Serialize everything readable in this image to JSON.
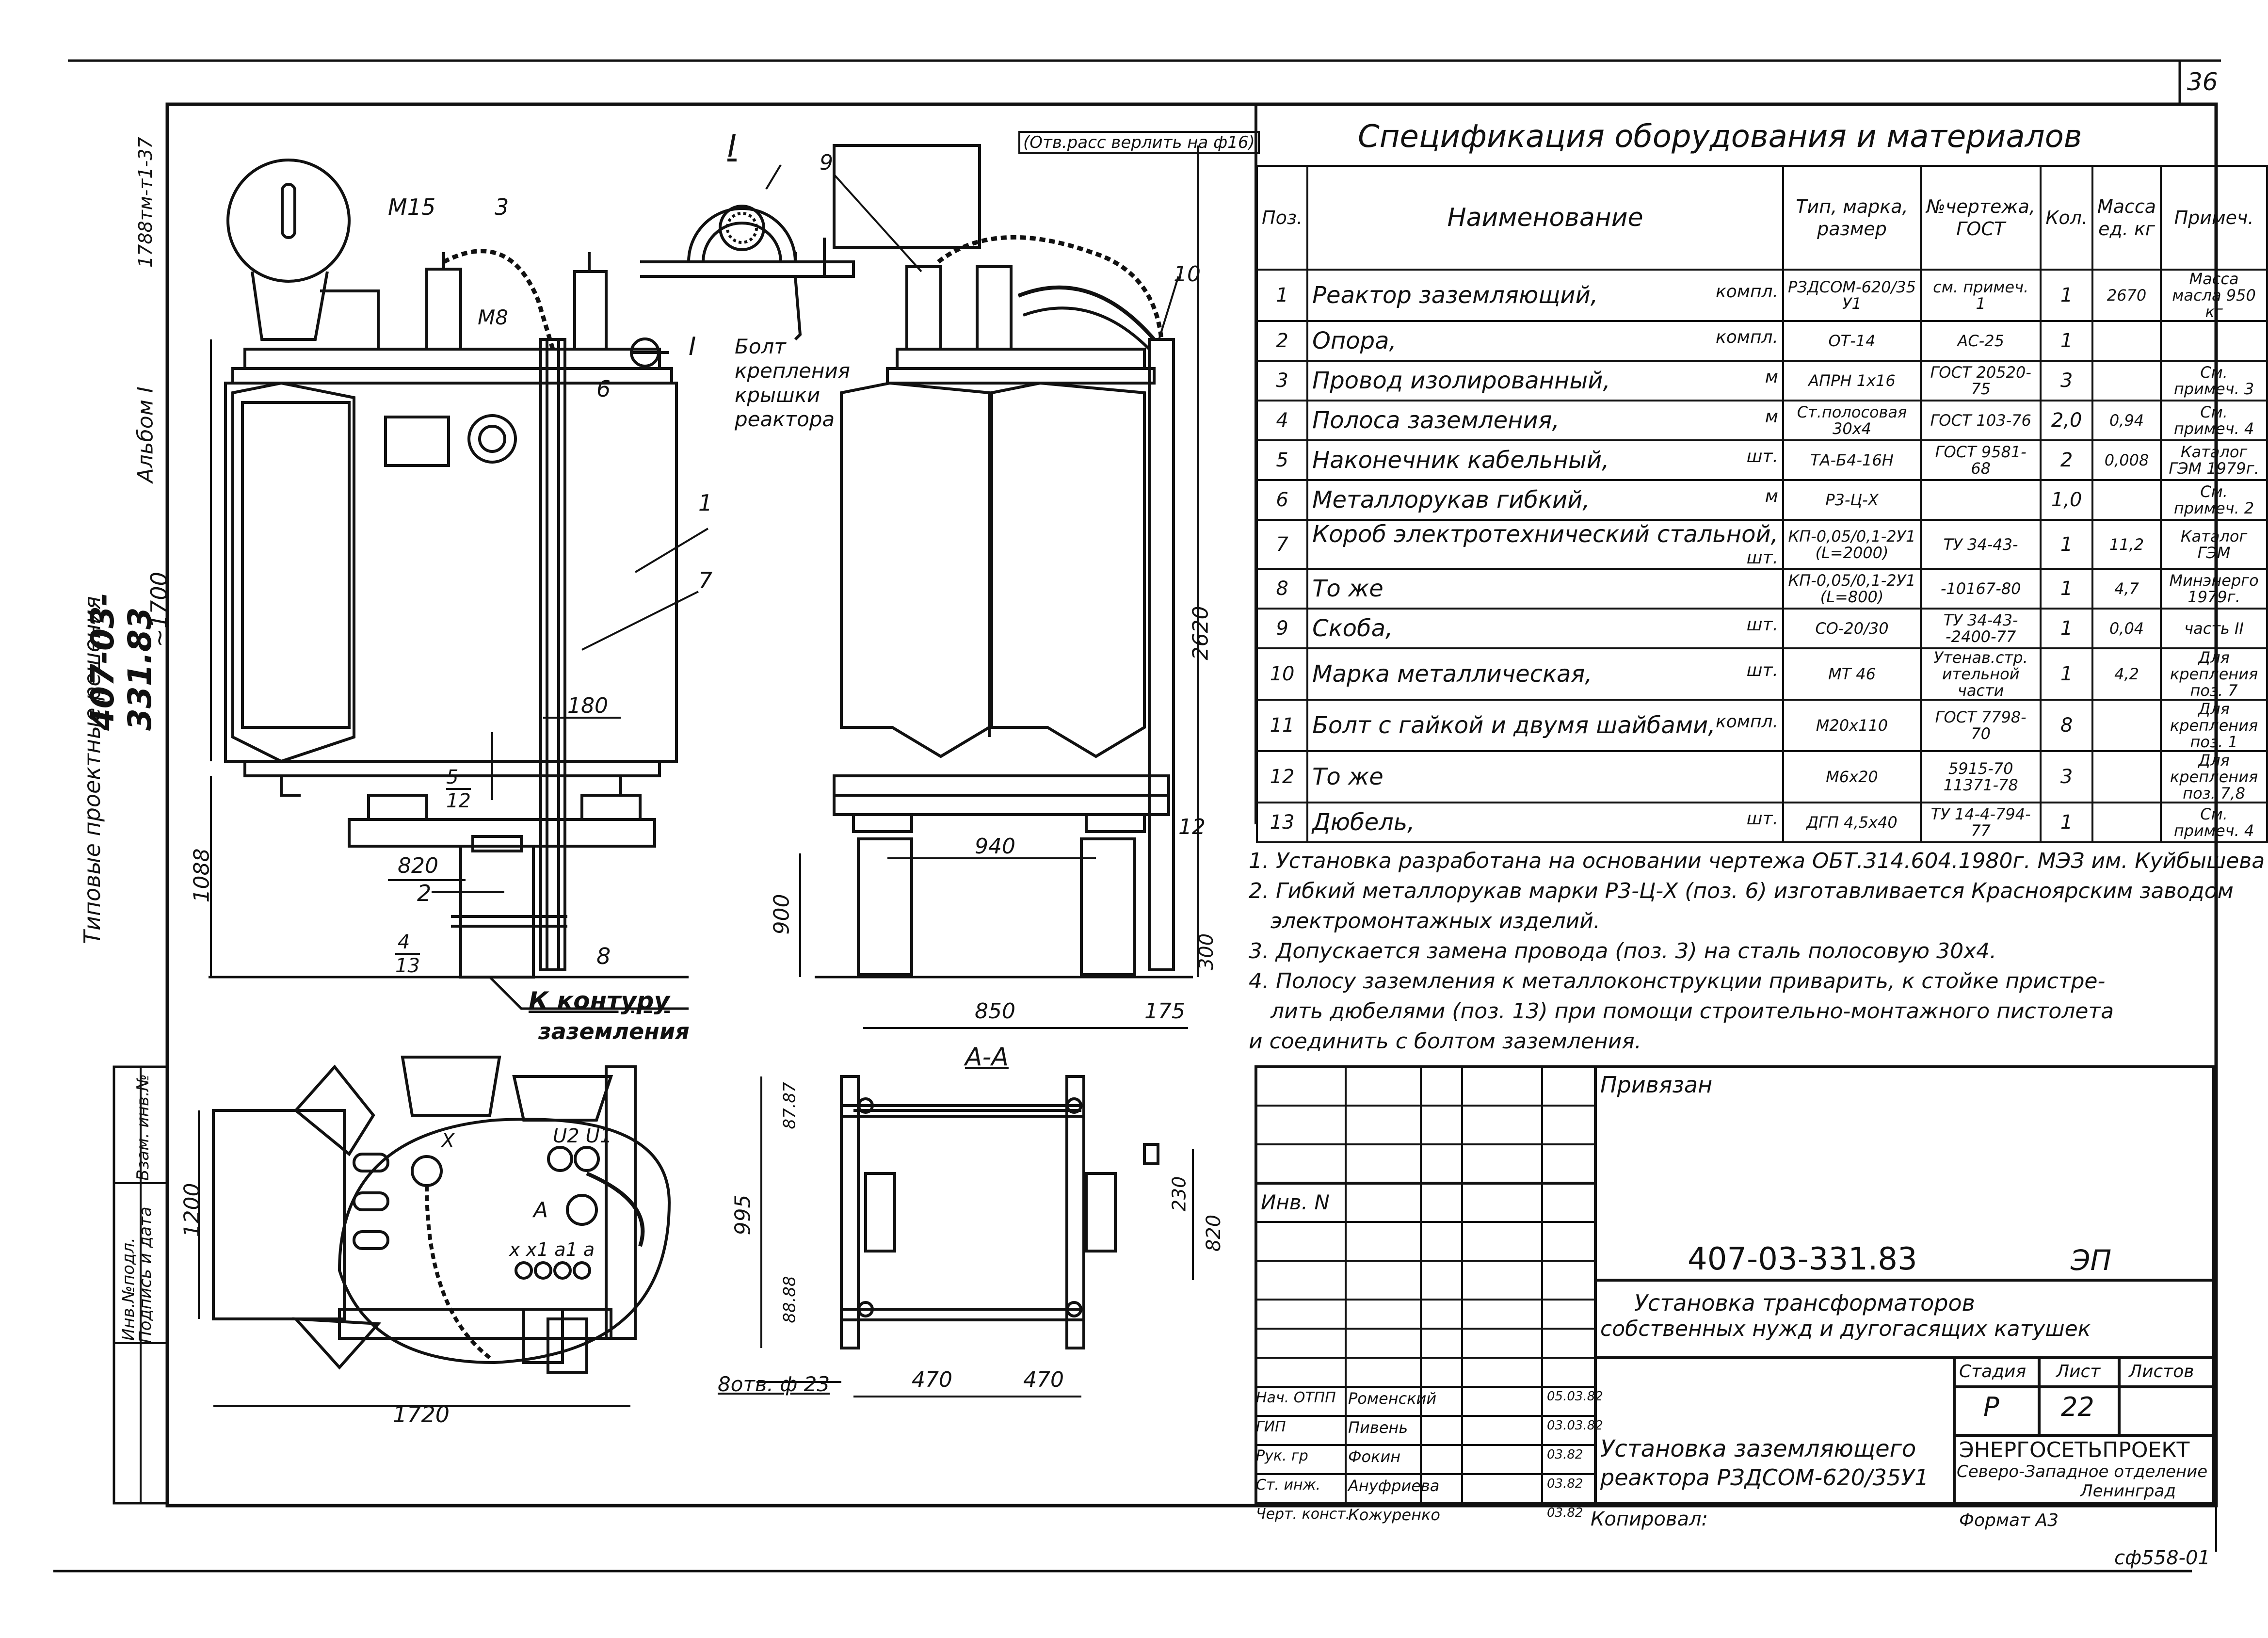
{
  "sheet_corner_number": "36",
  "side_stamp": {
    "series": "Типовые проектные решения",
    "doc_no": "407-03-331.83",
    "album": "Альбом I",
    "archive": "1788тм-т1-37"
  },
  "side_columns": [
    "Инв.№подл.",
    "Подпись и дата",
    "Взам. инв.№"
  ],
  "drawing": {
    "view_I_label": "I",
    "section_label": "А-А",
    "callout_top": "(Отв.расс верлить на ф16)",
    "bolt_note": "Болт крепления крышки реактора",
    "ground_note_line1": "К контуру",
    "ground_note_line2": "заземления",
    "hole_note": "8отв. ф 23",
    "labels_front": [
      "M15",
      "3",
      "M8",
      "6",
      "I",
      "1",
      "7",
      "5",
      "2",
      "4",
      "8"
    ],
    "fractions": [
      {
        "num": "5",
        "den": "12"
      },
      {
        "num": "4",
        "den": "13"
      }
    ],
    "dims_front": [
      "~1700",
      "180",
      "820",
      "1088"
    ],
    "labels_side": [
      "9",
      "10",
      "12"
    ],
    "dims_side": [
      "2620",
      "940",
      "900",
      "850",
      "175",
      "300"
    ],
    "dims_plan": [
      "1200",
      "1720"
    ],
    "plan_labels": [
      "X",
      "U2 U1",
      "A",
      "x x1 a1 a"
    ],
    "dims_section": [
      "87.87",
      "88.88",
      "995",
      "230",
      "820",
      "470",
      "470"
    ]
  },
  "spec_table": {
    "title": "Спецификация оборудования и материалов",
    "headers": [
      "Поз.",
      "Наименование",
      "Тип, марка, размер",
      "№чертежа, ГОСТ",
      "Кол.",
      "Масса ед. кг",
      "Примеч."
    ],
    "rows": [
      {
        "pos": "1",
        "name": "Реактор заземляющий,",
        "unit": "компл.",
        "type": "РЗДСОМ-620/35 У1",
        "gost": "см. примеч. 1",
        "qty": "1",
        "mass": "2670",
        "note": "Масса масла 950 кг"
      },
      {
        "pos": "2",
        "name": "Опора,",
        "unit": "компл.",
        "type": "ОТ-14",
        "gost": "АС-25",
        "qty": "1",
        "mass": "",
        "note": ""
      },
      {
        "pos": "3",
        "name": "Провод изолированный,",
        "unit": "м",
        "type": "АПРН 1х16",
        "gost": "ГОСТ 20520-75",
        "qty": "3",
        "mass": "",
        "note": "См. примеч. 3"
      },
      {
        "pos": "4",
        "name": "Полоса заземления,",
        "unit": "м",
        "type": "Ст.полосовая 30х4",
        "gost": "ГОСТ 103-76",
        "qty": "2,0",
        "mass": "0,94",
        "note": "См. примеч. 4"
      },
      {
        "pos": "5",
        "name": "Наконечник кабельный,",
        "unit": "шт.",
        "type": "ТА-Б4-16Н",
        "gost": "ГОСТ 9581-68",
        "qty": "2",
        "mass": "0,008",
        "note": "Каталог ГЭМ 1979г."
      },
      {
        "pos": "6",
        "name": "Металлорукав гибкий,",
        "unit": "м",
        "type": "Р3-Ц-Х",
        "gost": "",
        "qty": "1,0",
        "mass": "",
        "note": "См. примеч. 2"
      },
      {
        "pos": "7",
        "name": "Короб электротехнический стальной,",
        "unit": "шт.",
        "type": "КП-0,05/0,1-2У1 (L=2000)",
        "gost": "ТУ 34-43-",
        "qty": "1",
        "mass": "11,2",
        "note": "Каталог ГЭМ"
      },
      {
        "pos": "8",
        "name": "То же",
        "unit": "",
        "type": "КП-0,05/0,1-2У1 (L=800)",
        "gost": "-10167-80",
        "qty": "1",
        "mass": "4,7",
        "note": "Минэнерго 1979г."
      },
      {
        "pos": "9",
        "name": "Скоба,",
        "unit": "шт.",
        "type": "СО-20/30",
        "gost": "ТУ 34-43--2400-77",
        "qty": "1",
        "mass": "0,04",
        "note": "часть II"
      },
      {
        "pos": "10",
        "name": "Марка металлическая,",
        "unit": "шт.",
        "type": "МТ 46",
        "gost": "Утенав.стр. ительной части",
        "qty": "1",
        "mass": "4,2",
        "note": "Для крепления поз. 7"
      },
      {
        "pos": "11",
        "name": "Болт с гайкой и двумя шайбами,",
        "unit": "компл.",
        "type": "М20х110",
        "gost": "ГОСТ 7798-70",
        "qty": "8",
        "mass": "",
        "note": "Для крепления поз. 1"
      },
      {
        "pos": "12",
        "name": "То же",
        "unit": "",
        "type": "М6х20",
        "gost": "5915-70 11371-78",
        "qty": "3",
        "mass": "",
        "note": "Для крепления поз. 7,8"
      },
      {
        "pos": "13",
        "name": "Дюбель,",
        "unit": "шт.",
        "type": "ДГП 4,5х40",
        "gost": "ТУ 14-4-794-77",
        "qty": "1",
        "mass": "",
        "note": "См. примеч. 4"
      }
    ]
  },
  "notes": [
    "1. Установка разработана на основании чертежа ОБТ.314.604.1980г. МЭЗ им. Куйбышева",
    "2. Гибкий металлорукав марки Р3-Ц-Х (поз. 6) изготавливается Красноярским заводом",
    "электромонтажных изделий.",
    "3. Допускается замена провода (поз. 3) на сталь полосовую 30х4.",
    "4. Полосу заземления к металлоконструкции приварить, к стойке пристре-",
    "лить дюбелями (поз. 13) при помощи строительно-монтажного пистолета",
    "и соединить с болтом заземления."
  ],
  "title_block": {
    "linked": "Привязан",
    "inv": "Инв. N",
    "doc_no": "407-03-331.83",
    "sheet_code": "ЭП",
    "title_line1": "Установка трансформаторов",
    "title_line2": "собственных нужд и дугогасящих катушек",
    "stage_label": "Стадия",
    "sheet_label": "Лист",
    "sheets_label": "Листов",
    "stage": "Р",
    "sheet": "22",
    "sheets": "",
    "drawing_title_line1": "Установка заземляющего",
    "drawing_title_line2": "реактора РЗДСОМ-620/35У1",
    "org_line1": "ЭНЕРГОСЕТЬПРОЕКТ",
    "org_line2": "Северо-Западное отделение",
    "org_line3": "Ленинград",
    "signers": [
      {
        "role": "Нач. ОТПП",
        "name": "Роменский",
        "date": "05.03.82"
      },
      {
        "role": "ГИП",
        "name": "Пивень",
        "date": "03.03.82"
      },
      {
        "role": "Рук. гр",
        "name": "Фокин",
        "date": "03.82"
      },
      {
        "role": "Ст. инж.",
        "name": "Ануфриева",
        "date": "03.82"
      },
      {
        "role": "Черт. конст.",
        "name": "Кожуренко",
        "date": "03.82"
      }
    ],
    "copied": "Копировал:",
    "format": "Формат А3",
    "stamp": "сф558-01"
  }
}
